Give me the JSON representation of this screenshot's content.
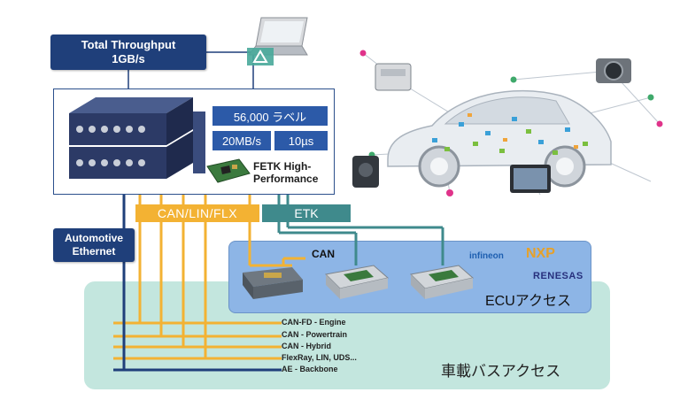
{
  "throughput": {
    "line1": "Total Throughput",
    "line2": "1GB/s"
  },
  "module_specs": {
    "labels": "56,000 ラベル",
    "bandwidth": "20MB/s",
    "latency": "10µs"
  },
  "fetk": {
    "line1": "FETK High-",
    "line2": "Performance"
  },
  "automotive_ethernet": {
    "line1": "Automotive",
    "line2": "Ethernet"
  },
  "tags": {
    "can_lin_flx": "CAN/LIN/FLX",
    "etk": "ETK"
  },
  "ecu_area": {
    "can_label": "CAN",
    "label": "ECUアクセス"
  },
  "vendors": {
    "infineon": "infineon",
    "nxp": "NXP",
    "renesas": "RENESAS"
  },
  "bus_area": {
    "label": "車載バスアクセス",
    "lines": [
      "CAN-FD - Engine",
      "CAN - Powertrain",
      "CAN - Hybrid",
      "FlexRay, LIN, UDS...",
      "AE - Backbone"
    ]
  },
  "colors": {
    "navy": "#1f3f7a",
    "tag_blue": "#2c5aa8",
    "orange": "#f3b233",
    "teal": "#3f8a8c",
    "bus_area": "#c3e6de",
    "ecu_area": "#8db5e6"
  }
}
